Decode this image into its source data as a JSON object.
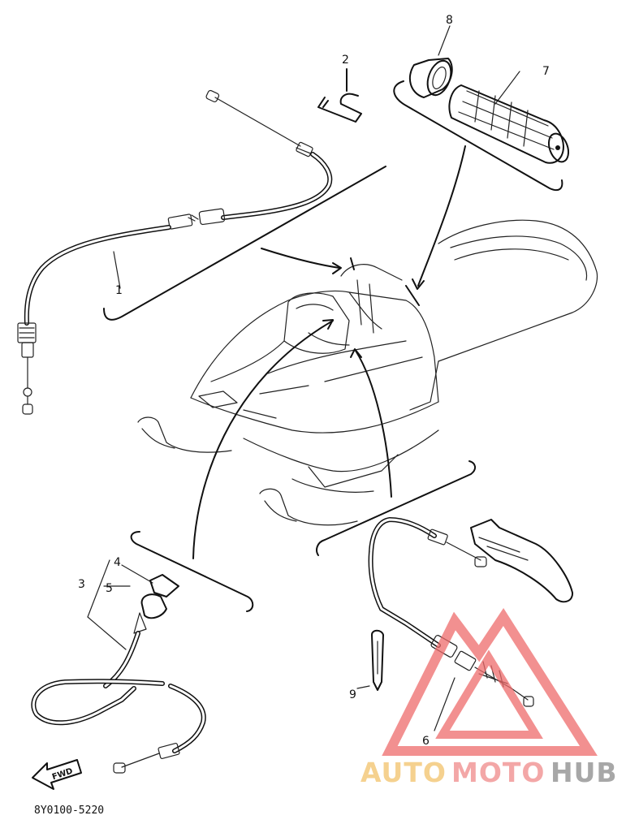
{
  "callouts": {
    "c1": "1",
    "c2": "2",
    "c3": "3",
    "c4": "4",
    "c5": "5",
    "c6": "6",
    "c7": "7",
    "c8": "8",
    "c9": "9"
  },
  "fwd_arrow_text": "FWD",
  "drawing_code": "8Y0100-5220",
  "watermark": {
    "part1": "AUTO",
    "part2": "MOTO",
    "part3": "HUB",
    "color1": "#f2c26a",
    "color2": "#f08a8a",
    "color3": "#8a8a8a",
    "triangle_color": "#ee6b6b"
  }
}
